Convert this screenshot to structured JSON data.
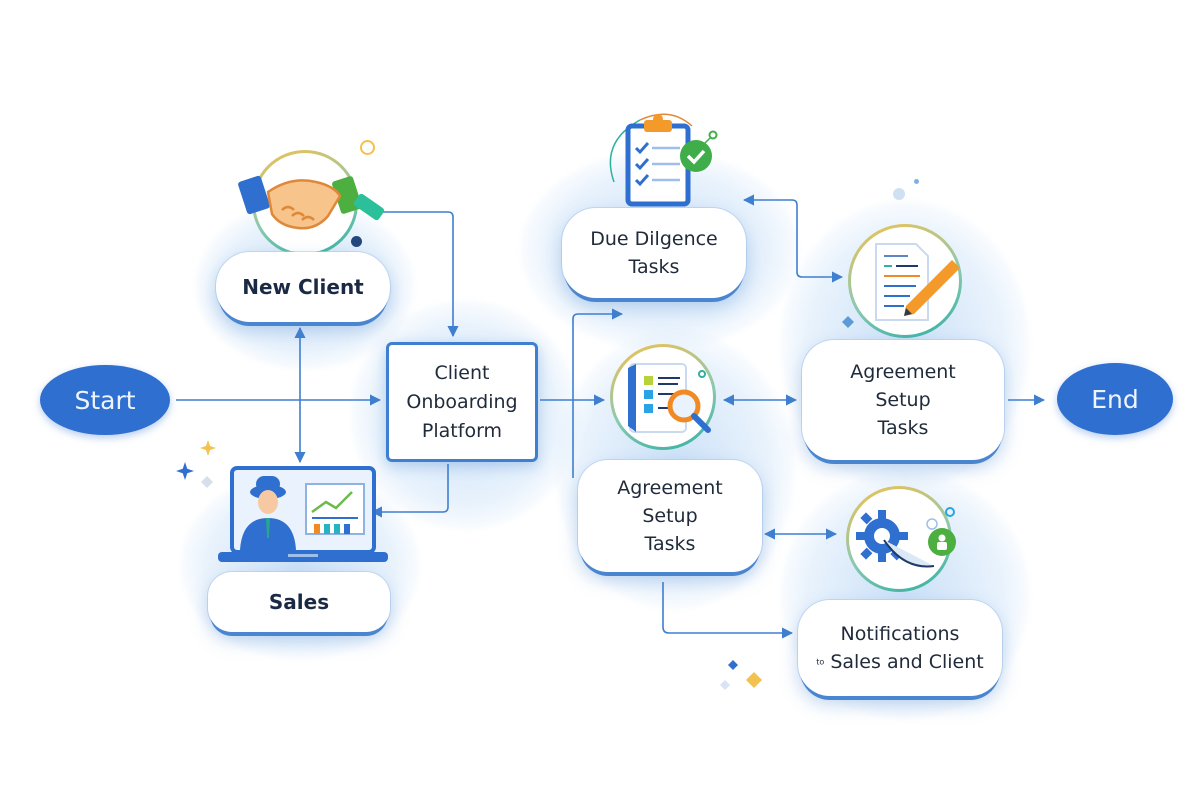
{
  "diagram": {
    "title": "Client Onboarding Flow",
    "colors": {
      "primary": "#2f6fcf",
      "connector": "#3f7fcf",
      "node_text": "#1f2a3a",
      "terminal_text": "#eef5ff",
      "accent_yellow": "#f2c14e",
      "accent_green": "#3fae4a",
      "accent_orange": "#f08a24"
    },
    "nodes": {
      "start": {
        "label": "Start",
        "shape": "oval"
      },
      "end": {
        "label": "End",
        "shape": "oval"
      },
      "new_client": {
        "label": "New Client",
        "icon": "handshake-icon"
      },
      "sales": {
        "label": "Sales",
        "icon": "laptop-presenter-icon"
      },
      "platform": {
        "line1": "Client",
        "line2": "Onboarding",
        "line3": "Platform",
        "shape": "rectangle"
      },
      "due_diligence": {
        "line1": "Due Dilgence",
        "line2": "Tasks",
        "icon": "checklist-clipboard-icon"
      },
      "agreement_center": {
        "line1": "Agreement",
        "line2": "Setup",
        "line3": "Tasks",
        "icon": "document-search-icon"
      },
      "agreement_right": {
        "line1": "Agreement",
        "line2": "Setup",
        "line3": "Tasks",
        "icon": "document-pen-icon"
      },
      "notifications": {
        "line1": "Notifications",
        "line2_prefix": "to",
        "line2": "Sales and Client",
        "icon": "gear-lock-icon"
      }
    },
    "edges": [
      {
        "from": "start",
        "to": "platform"
      },
      {
        "from": "new_client",
        "to": "platform"
      },
      {
        "from": "new_client",
        "to": "sales",
        "bidirectional": true
      },
      {
        "from": "platform",
        "to": "sales"
      },
      {
        "from": "platform",
        "to": "agreement_center"
      },
      {
        "from": "agreement_center",
        "to": "due_diligence"
      },
      {
        "from": "due_diligence",
        "to": "agreement_right",
        "bidirectional": true
      },
      {
        "from": "agreement_center",
        "to": "agreement_right",
        "bidirectional": true
      },
      {
        "from": "agreement_right",
        "to": "end"
      },
      {
        "from": "agreement_center",
        "to": "notifications",
        "bidirectional": true
      },
      {
        "from": "agreement_center",
        "to": "notifications"
      }
    ]
  }
}
